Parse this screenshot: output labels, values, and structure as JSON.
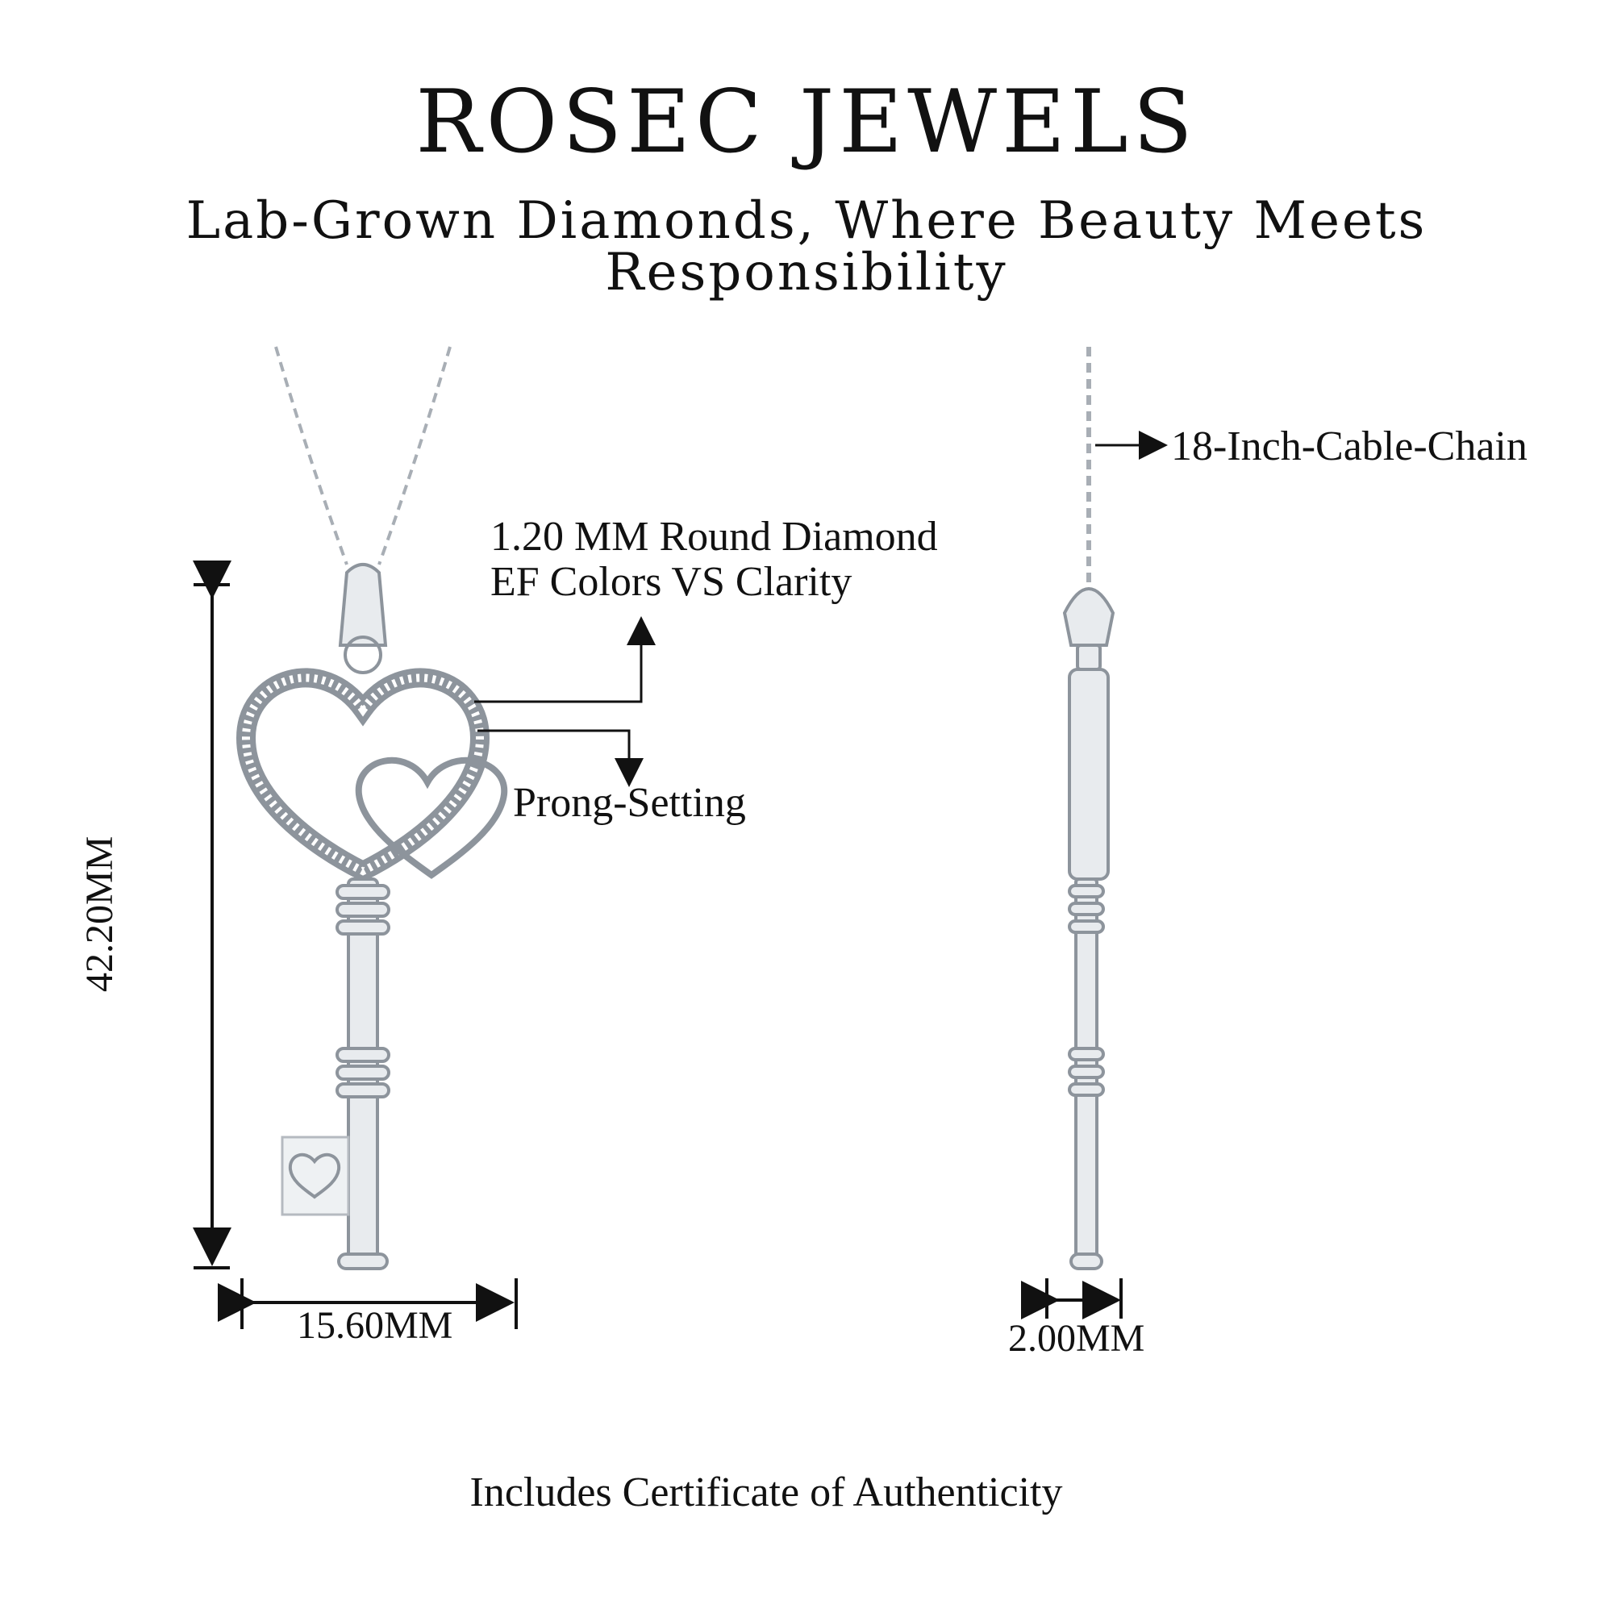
{
  "brand": {
    "name": "ROSEC JEWELS",
    "tagline": "Lab-Grown Diamonds, Where Beauty Meets Responsibility"
  },
  "callouts": {
    "stone_line1": "1.20 MM Round Diamond",
    "stone_line2": "EF Colors VS Clarity",
    "setting": "Prong-Setting",
    "chain": "18-Inch-Cable-Chain"
  },
  "dimensions": {
    "height": "42.20MM",
    "width": "15.60MM",
    "thickness": "2.00MM"
  },
  "footer": {
    "note": "Includes Certificate of Authenticity"
  },
  "colors": {
    "metal": "#d9dde2",
    "metal_outline": "#9aa0a8",
    "text": "#111111",
    "background": "#ffffff"
  },
  "icons": {
    "front_view": "key-pendant-front-icon",
    "side_view": "key-pendant-side-icon"
  }
}
